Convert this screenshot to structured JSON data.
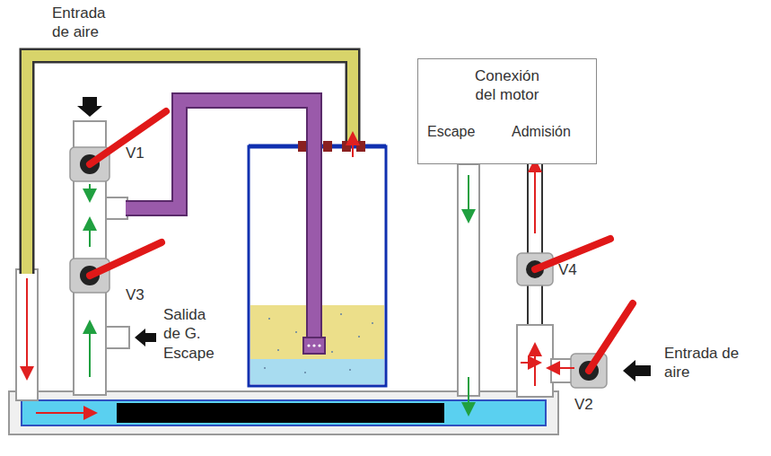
{
  "diagram": {
    "nodes": [
      {
        "text": [
          "Conexión del motor"
        ]
      }
    ],
    "labels": [
      "Entrada de aire",
      "V1",
      "V3",
      "Salida de G. Escape",
      "Escape",
      "Admisión",
      "V4",
      "V2",
      "Entrada de aire"
    ]
  }
}
